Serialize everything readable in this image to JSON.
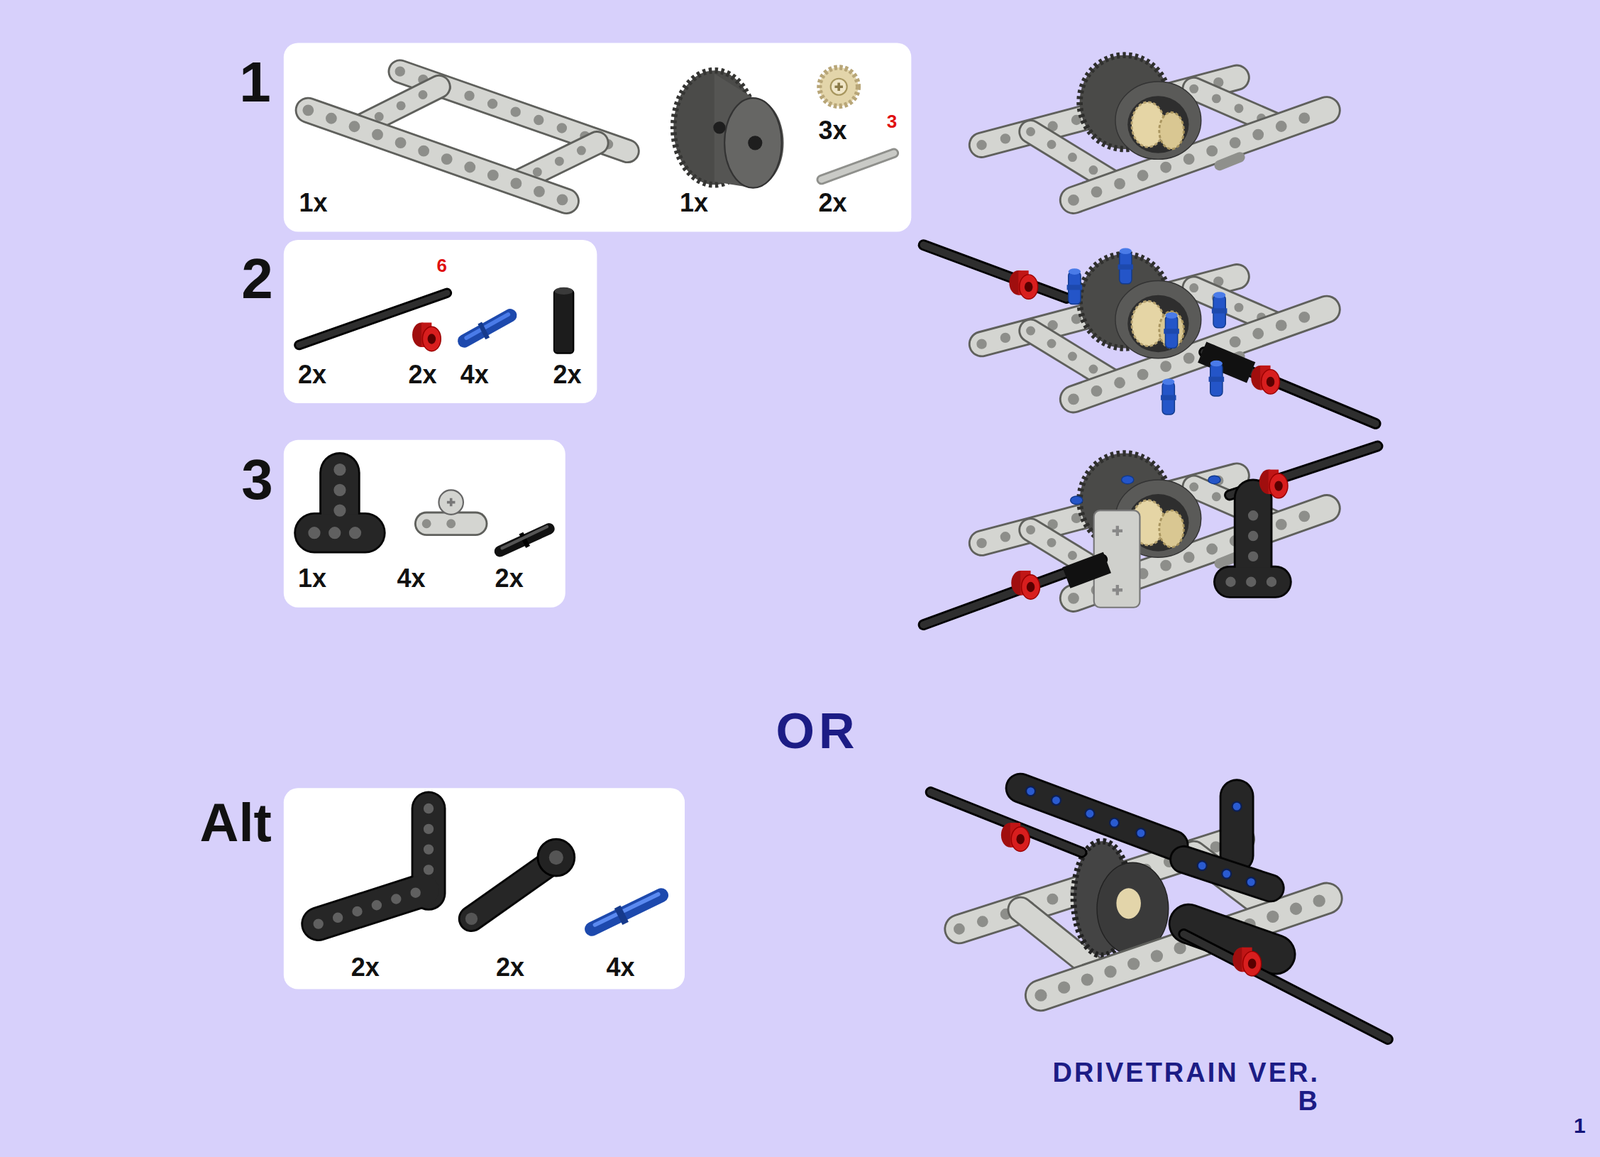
{
  "diagram": {
    "title": "DRIVETRAIN VER. B",
    "nodes": [
      {
        "text": [
          "1",
          "1x",
          "1x",
          "3x",
          "3",
          "2x"
        ]
      },
      {
        "text": [
          "2",
          "6",
          "2x",
          "2x",
          "4x",
          "2x"
        ]
      },
      {
        "text": [
          "3",
          "1x",
          "4x",
          "2x"
        ]
      },
      {
        "text": [
          "Alt",
          "2x",
          "2x",
          "4x"
        ]
      }
    ],
    "labels": [
      "OR",
      "1"
    ]
  }
}
